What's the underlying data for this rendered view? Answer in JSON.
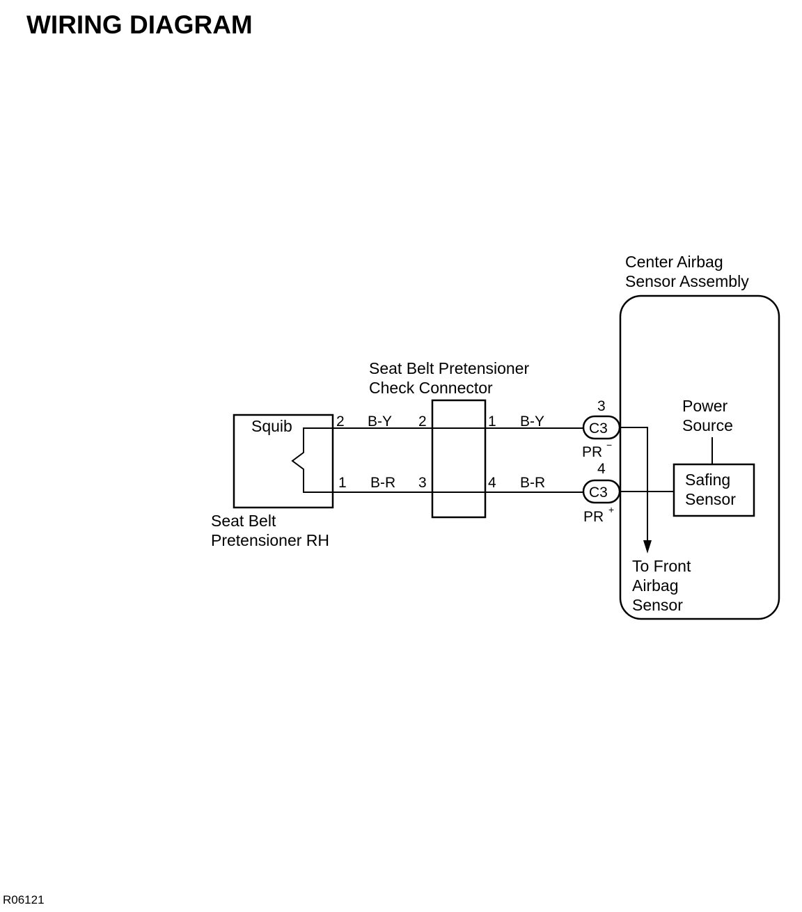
{
  "title": "WIRING DIAGRAM",
  "components": {
    "squib_label": "Squib",
    "pretensioner_line1": "Seat Belt",
    "pretensioner_line2": "Pretensioner RH",
    "check_connector_line1": "Seat Belt Pretensioner",
    "check_connector_line2": "Check Connector",
    "center_sensor_line1": "Center Airbag",
    "center_sensor_line2": "Sensor Assembly",
    "power_source_line1": "Power",
    "power_source_line2": "Source",
    "safing_sensor_line1": "Safing",
    "safing_sensor_line2": "Sensor",
    "front_sensor_line1": "To Front",
    "front_sensor_line2": "Airbag",
    "front_sensor_line3": "Sensor"
  },
  "wires": {
    "upper": {
      "pretensioner_pin": "2",
      "color_left": "B-Y",
      "check_in_pin": "2",
      "check_out_pin": "1",
      "color_right": "B-Y",
      "connector": "C3",
      "connector_pin": "3",
      "terminal": "PR",
      "terminal_sign": "−"
    },
    "lower": {
      "pretensioner_pin": "1",
      "color_left": "B-R",
      "check_in_pin": "3",
      "check_out_pin": "4",
      "color_right": "B-R",
      "connector": "C3",
      "connector_pin": "4",
      "terminal": "PR",
      "terminal_sign": "+"
    }
  },
  "figure_code": "R06121"
}
